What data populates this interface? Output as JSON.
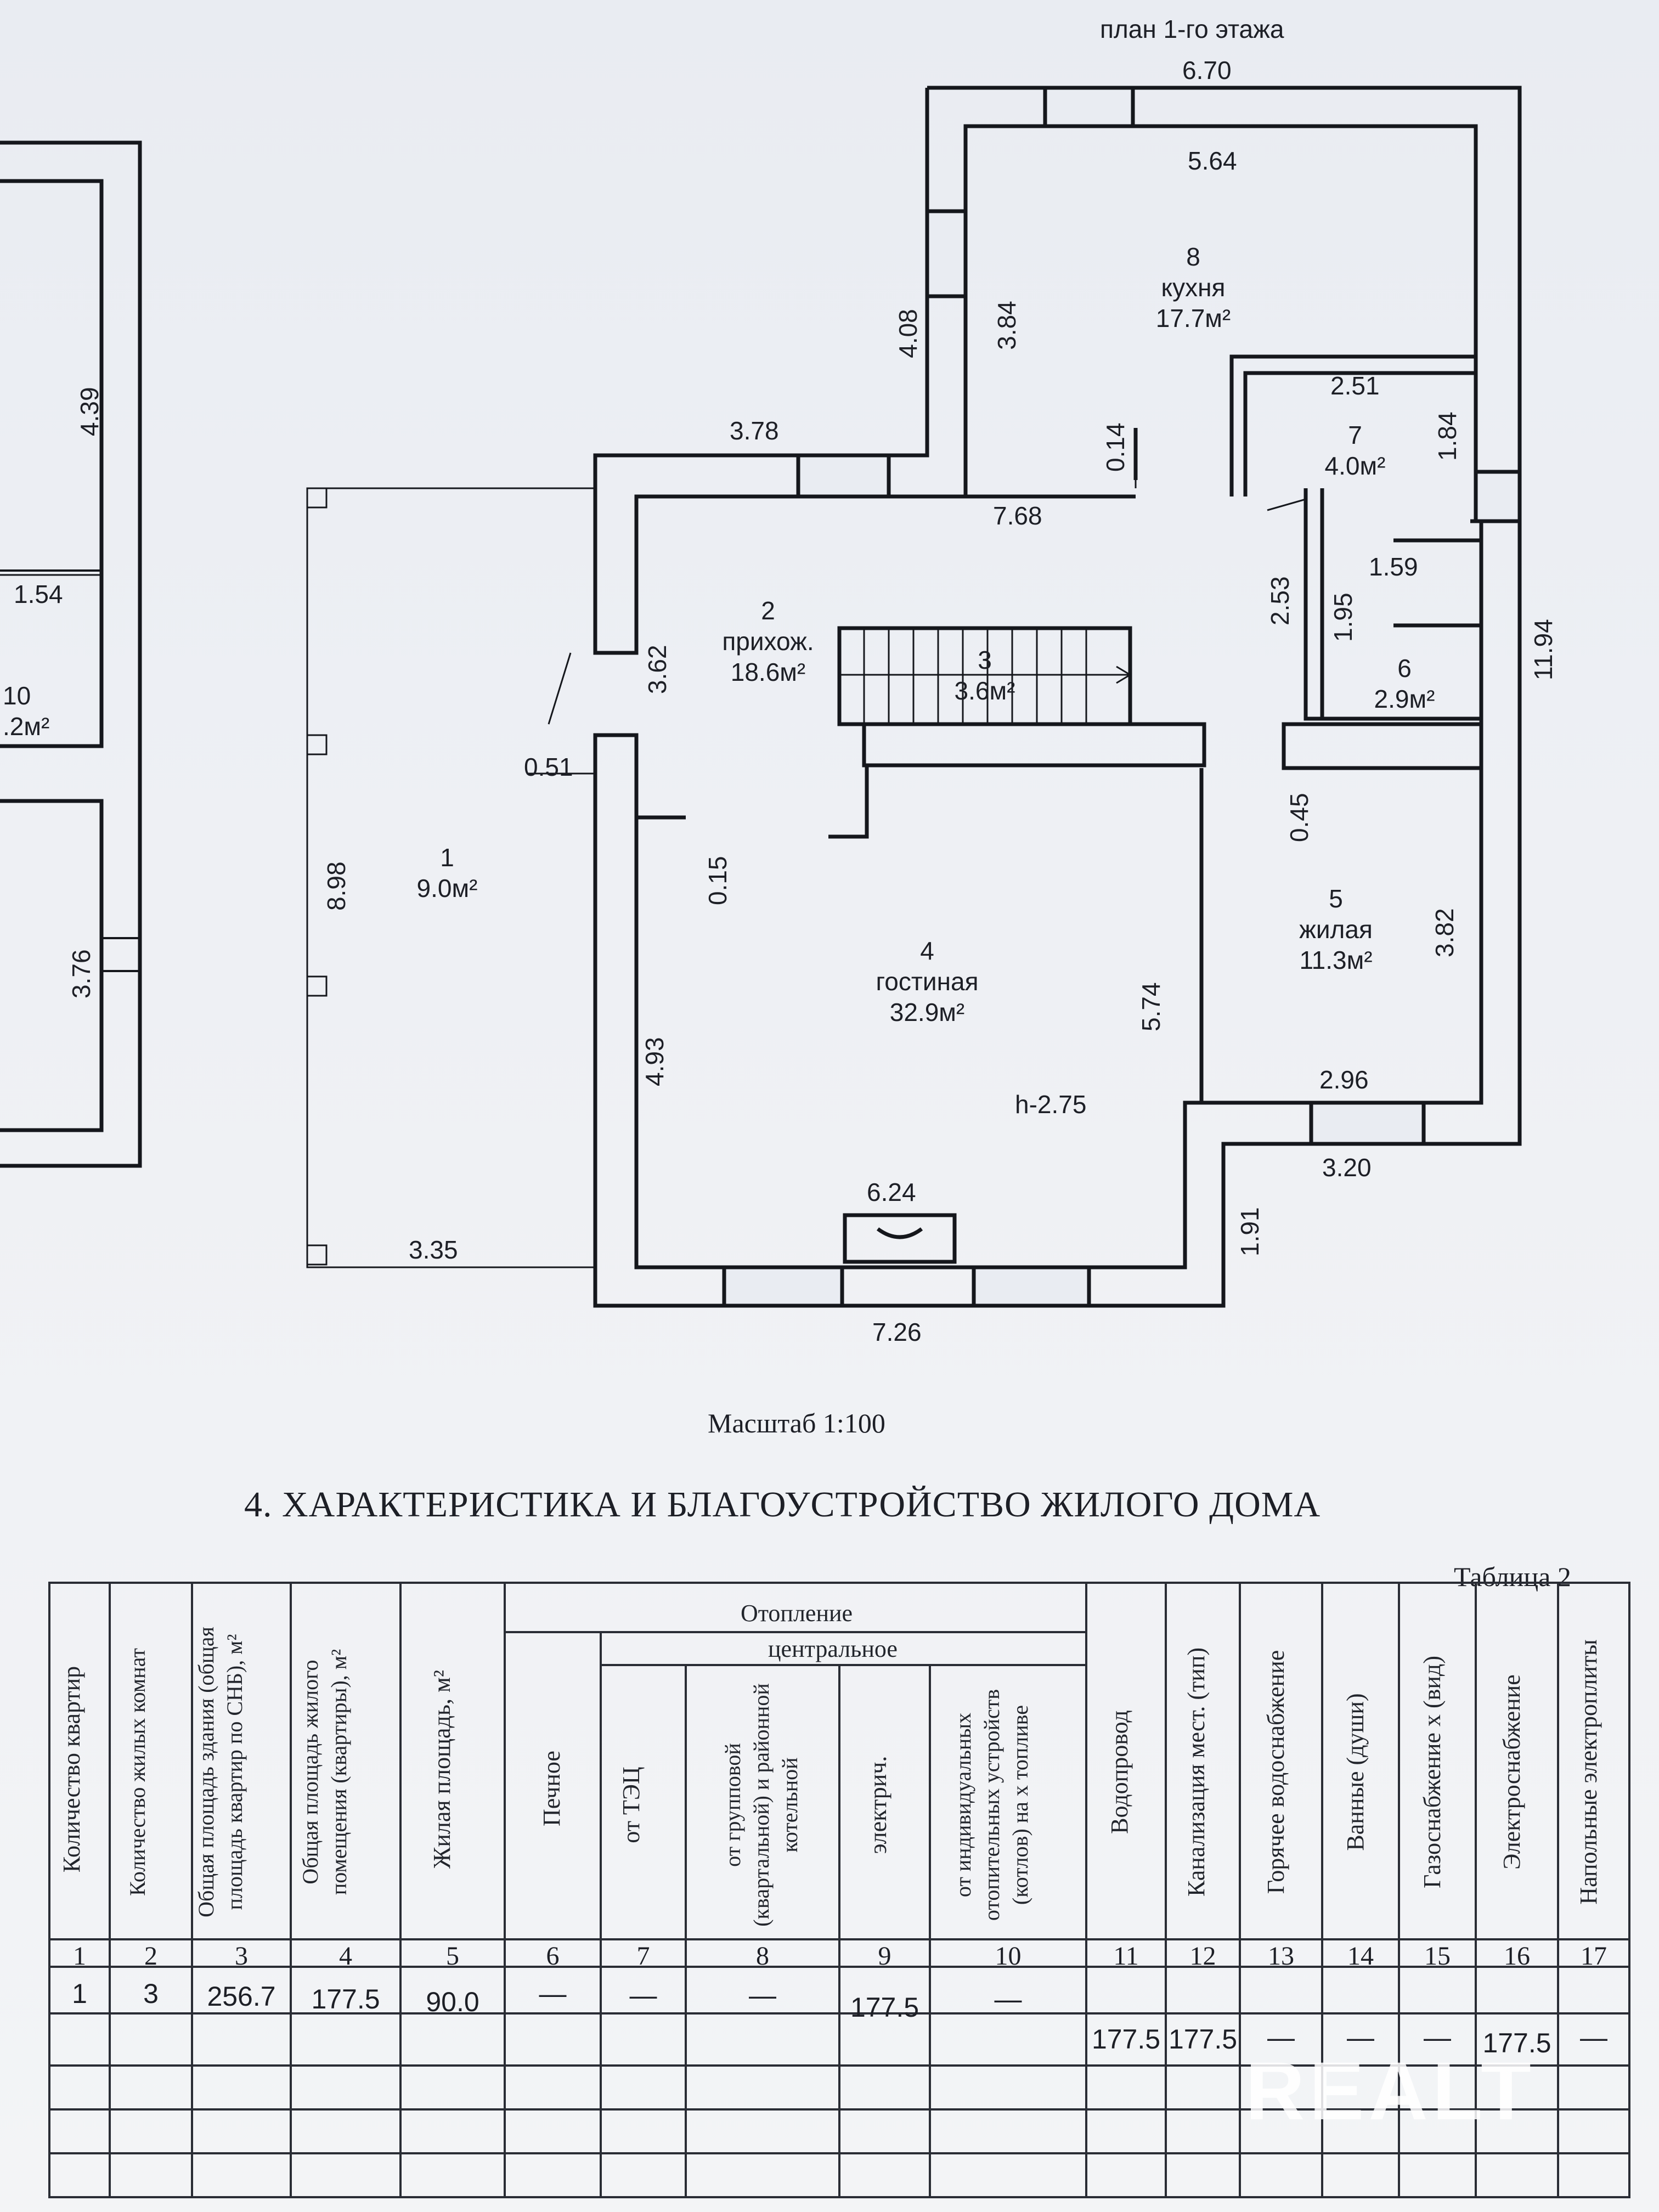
{
  "plan": {
    "title": "план 1-го этажа",
    "dims": {
      "top_outer": "6.70",
      "kitchen_inner": "5.64",
      "left_kitchen_outer": "4.08",
      "left_kitchen_inner": "3.84",
      "hall_top": "3.78",
      "wall_014": "0.14",
      "hall_width": "7.68",
      "store_width": "2.51",
      "right_184": "1.84",
      "wc_159": "1.59",
      "hall_253": "2.53",
      "wc_195": "1.95",
      "right_total": "11.94",
      "hall_362": "3.62",
      "wall_051": "0.51",
      "left_898": "8.98",
      "wall_015": "0.15",
      "wall_045": "0.45",
      "living_574": "5.74",
      "bed_382": "3.82",
      "bed_296": "2.96",
      "bed_320": "3.20",
      "living_493": "4.93",
      "living_624": "6.24",
      "terrace_335": "3.35",
      "step_191": "1.91",
      "bottom_726": "7.26",
      "height": "h-2.75",
      "left_439": "4.39",
      "left_154": "1.54",
      "left_376": "3.76"
    },
    "rooms": [
      {
        "no": "8",
        "name": "кухня",
        "area": "17.7м²"
      },
      {
        "no": "7",
        "name": "",
        "area": "4.0м²"
      },
      {
        "no": "2",
        "name": "прихож.",
        "area": "18.6м²"
      },
      {
        "no": "3",
        "name": "",
        "area": "3.6м²"
      },
      {
        "no": "6",
        "name": "",
        "area": "2.9м²"
      },
      {
        "no": "1",
        "name": "",
        "area": "9.0м²"
      },
      {
        "no": "4",
        "name": "гостиная",
        "area": "32.9м²"
      },
      {
        "no": "5",
        "name": "жилая",
        "area": "11.3м²"
      },
      {
        "no": "10",
        "name": "",
        "area": ".2м²"
      }
    ],
    "scale": "Масштаб 1:100"
  },
  "section_title": "4. ХАРАКТЕРИСТИКА И БЛАГОУСТРОЙСТВО ЖИЛОГО ДОМА",
  "table_caption": "Таблица 2",
  "table": {
    "group_heating": "Отопление",
    "group_central": "центральное",
    "headers": [
      "Количество квартир",
      "Количество жилых комнат",
      "Общая площадь здания (общая площадь квартир по СНБ), м²",
      "Общая площадь жилого помещения (квартиры), м²",
      "Жилая площадь, м²",
      "Печное",
      "от ТЭЦ",
      "от групповой (квартальной) и районной котельной",
      "электрич.",
      "от индивидуальных отопительных устройств (котлов) на х топливе",
      "Водопровод",
      "Канализация мест. (тип)",
      "Горячее водоснабжение",
      "Ванные (души)",
      "Газоснабжение х (вид)",
      "Электроснабжение",
      "Напольные электроплиты"
    ],
    "col_numbers": [
      "1",
      "2",
      "3",
      "4",
      "5",
      "6",
      "7",
      "8",
      "9",
      "10",
      "11",
      "12",
      "13",
      "14",
      "15",
      "16",
      "17"
    ],
    "row": [
      "1",
      "3",
      "256.7",
      "177.5",
      "90.0",
      "—",
      "—",
      "—",
      "177.5",
      "—",
      "177.5",
      "177.5",
      "—",
      "—",
      "—",
      "177.5",
      "—"
    ]
  },
  "watermark": "REALT"
}
